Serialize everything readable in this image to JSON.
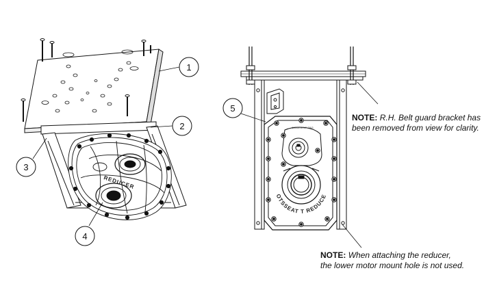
{
  "callouts": [
    "1",
    "2",
    "3",
    "4",
    "5"
  ],
  "note_top": {
    "label": "NOTE:",
    "line1": "R.H. Belt guard bracket has",
    "line2": "been removed from view for clarity."
  },
  "note_bottom": {
    "label": "NOTE:",
    "line1": "When attaching the reducer,",
    "line2": "the lower motor mount hole is not used."
  },
  "reducer_stencil": "BOTSSEAT T REDUCER",
  "plate_marking": "6101378 10\" TAG"
}
